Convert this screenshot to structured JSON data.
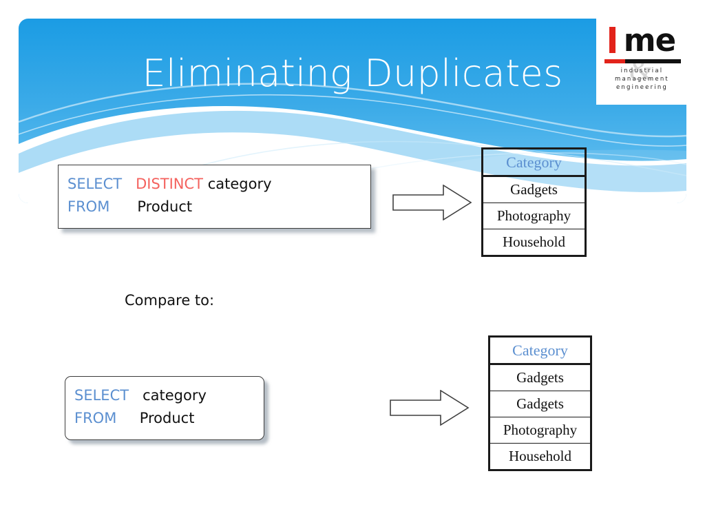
{
  "slide": {
    "title": "Eliminating Duplicates",
    "compare_label": "Compare to:"
  },
  "logo": {
    "name": "ime",
    "wordmark_i": "i",
    "wordmark_me": "me",
    "tagline_line_1": "industrial",
    "tagline_line_2": "management",
    "tagline_line_3": "engineering",
    "watermark": "&"
  },
  "query_distinct": {
    "line_1": {
      "keyword": "SELECT",
      "modifier": "DISTINCT",
      "column": "category"
    },
    "line_2": {
      "keyword": "FROM",
      "table": "Product"
    }
  },
  "query_plain": {
    "line_1": {
      "keyword": "SELECT",
      "column": "category"
    },
    "line_2": {
      "keyword": "FROM",
      "table": "Product"
    }
  },
  "result_distinct": {
    "header": "Category",
    "rows": [
      "Gadgets",
      "Photography",
      "Household"
    ]
  },
  "result_plain": {
    "header": "Category",
    "rows": [
      "Gadgets",
      "Gadgets",
      "Photography",
      "Household"
    ]
  },
  "icons": {
    "arrow_distinct": "right-block-arrow",
    "arrow_plain": "right-block-arrow"
  },
  "colors": {
    "banner_blue_top": "#1b9ce4",
    "banner_blue_bottom": "#63bdf0",
    "keyword_blue": "#5b8fd0",
    "distinct_red": "#f4625e",
    "logo_red": "#e2231a",
    "text_black": "#111111",
    "shadow_gray": "#7a8796"
  }
}
